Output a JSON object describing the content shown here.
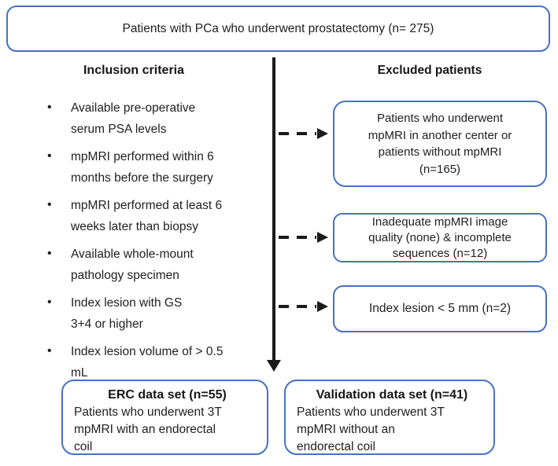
{
  "top_box": {
    "text": "Patients with PCa who underwent prostatectomy (n= 275)"
  },
  "inclusion": {
    "header": "Inclusion criteria",
    "items": [
      "Available pre-operative\nserum PSA levels",
      "mpMRI performed within 6\nmonths before the surgery",
      "mpMRI performed at least 6\nweeks later than biopsy",
      "Available whole-mount\npathology specimen",
      "Index lesion with GS\n3+4 or higher",
      "Index lesion volume of > 0.5\nmL"
    ]
  },
  "excluded": {
    "header": "Excluded patients",
    "boxes": [
      "Patients who underwent\nmpMRI in another center or\npatients without mpMRI\n(n=165)",
      "Inadequate mpMRI image\nquality (none) & incomplete\nsequences (n=12)",
      "Index lesion < 5 mm (n=2)"
    ]
  },
  "outcomes": [
    {
      "title": "ERC data set (n=55)",
      "body": "Patients who underwent 3T\nmpMRI with an endorectal\ncoil"
    },
    {
      "title": "Validation data set (n=41)",
      "body": "Patients who underwent 3T\nmpMRI without an\nendorectal coil"
    }
  ],
  "icons": {
    "main_flow_arrow": "arrow-down",
    "exclusion_arrows": "dashed-arrow-right",
    "list_marker": "bullet-dot"
  },
  "colors": {
    "box_border": "#4472c4",
    "arrow": "#1a1a1a",
    "text": "#212121"
  }
}
